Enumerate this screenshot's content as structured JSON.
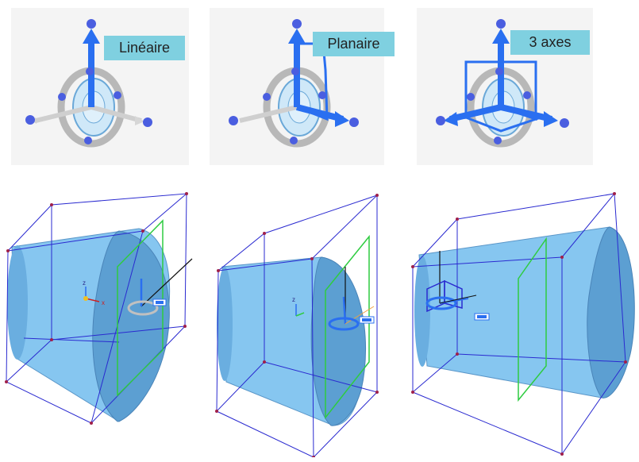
{
  "labels": {
    "linear": "Linéaire",
    "planar": "Planaire",
    "three_axes": "3 axes"
  },
  "axis_label_x": "x",
  "axis_label_z": "z",
  "colors": {
    "manipulator_blue": "#2a6ff0",
    "ring_gray": "#b8b8b8",
    "cylinder": "#7ec3ee",
    "box_lines": "#2a2ad0",
    "plane_green": "#2ecc40",
    "label_bg": "#7fd0e0"
  }
}
